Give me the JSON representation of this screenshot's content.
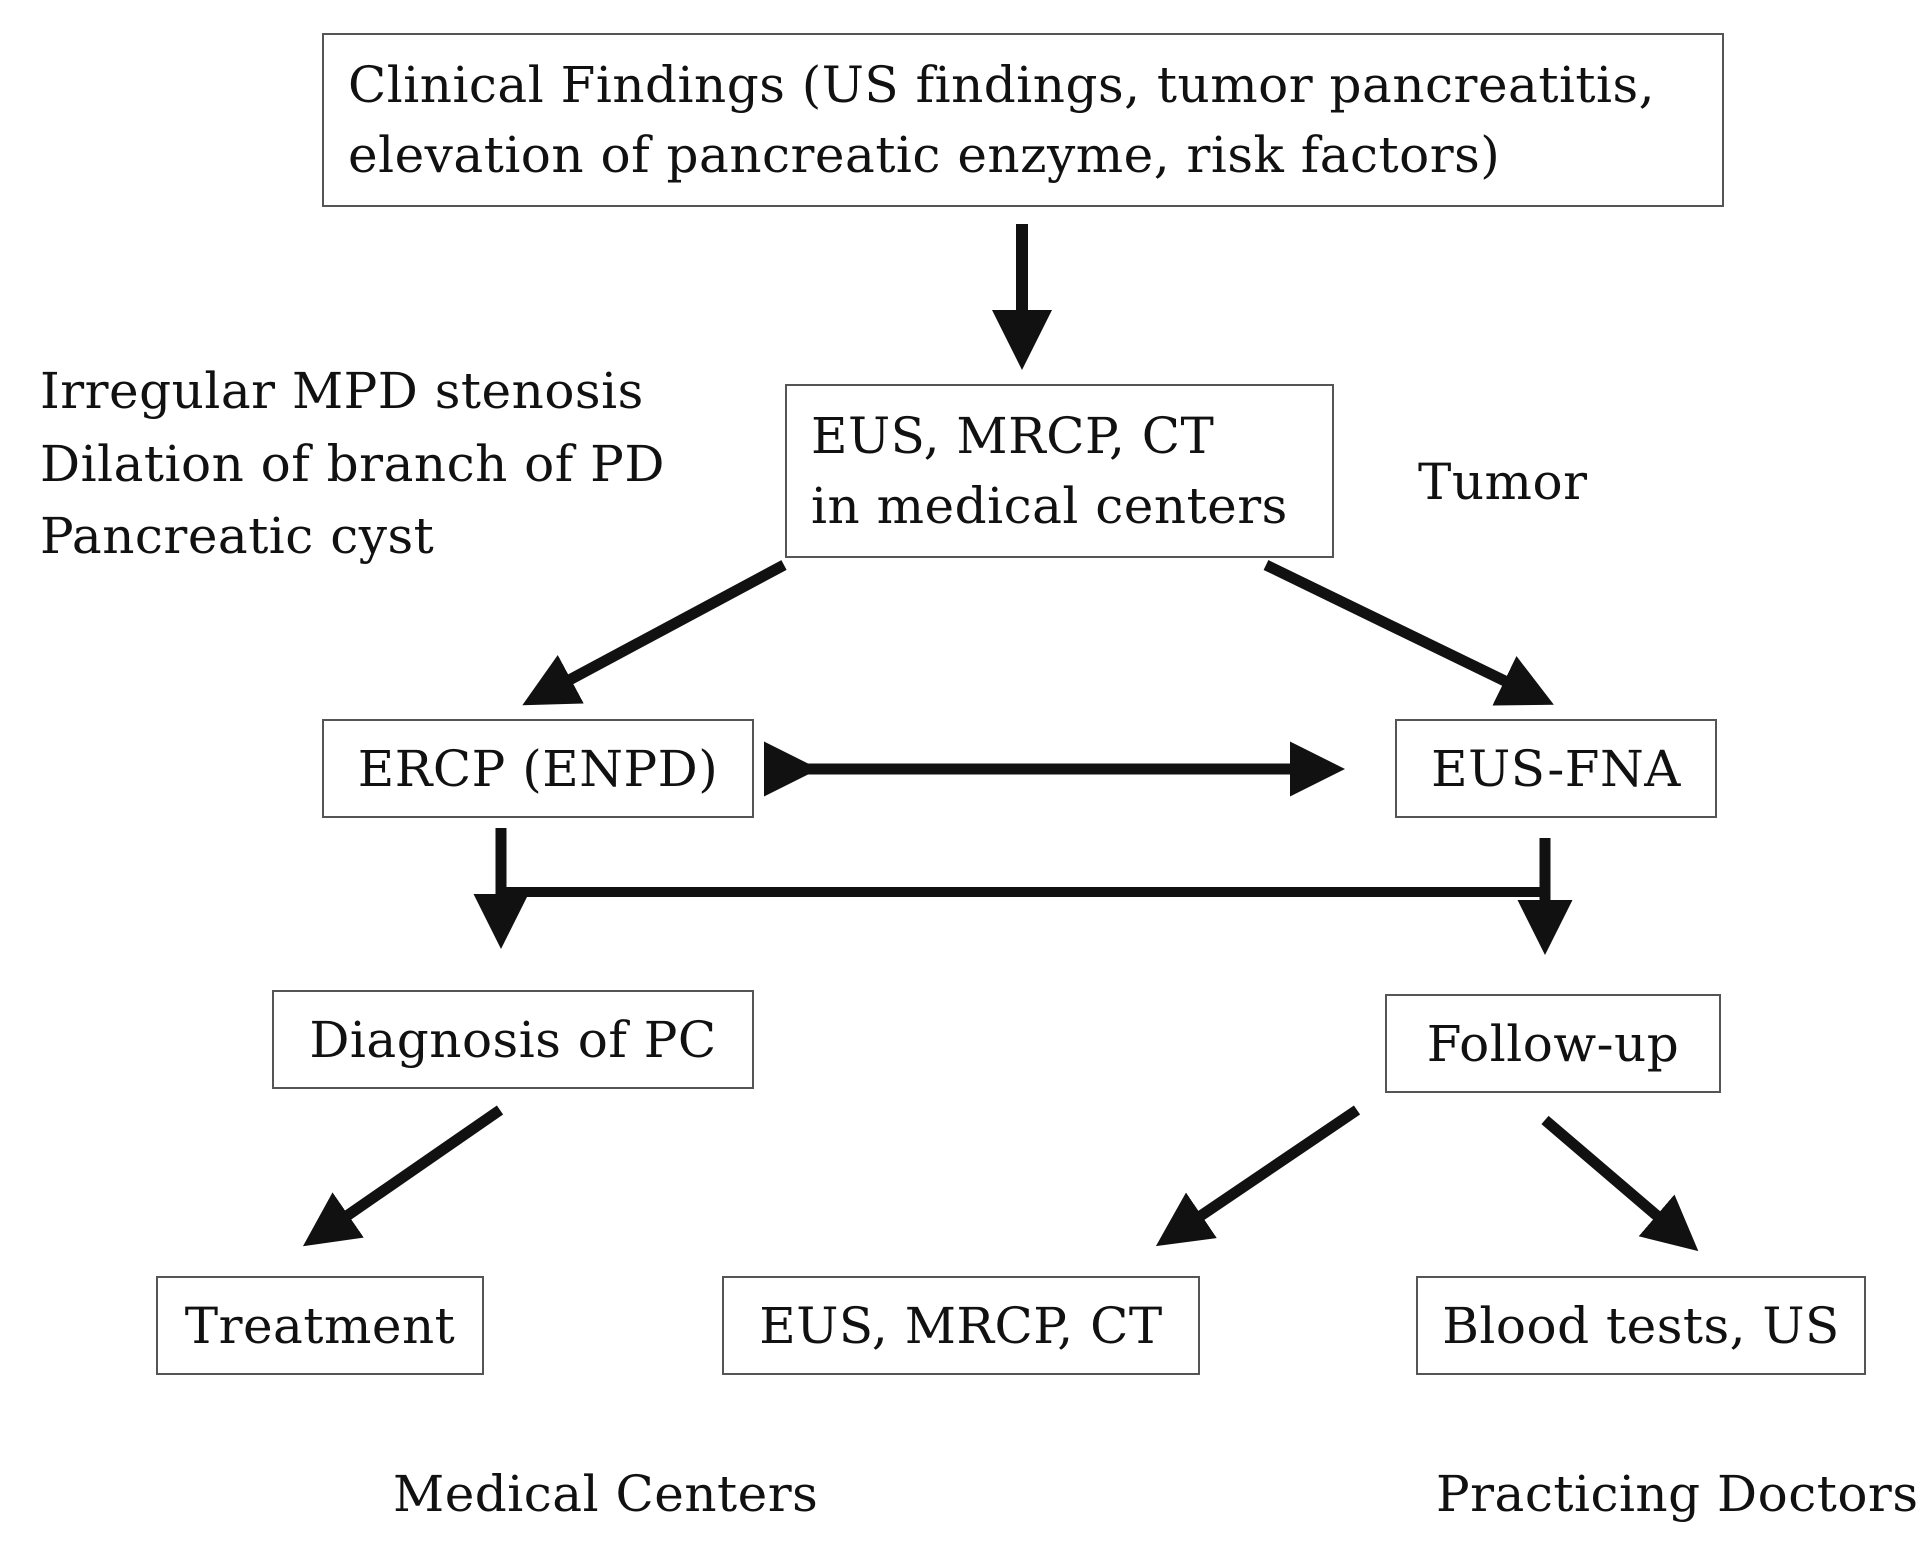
{
  "nodes": {
    "clinical_findings": {
      "line1": "Clinical Findings (US findings, tumor pancreatitis,",
      "line2": "elevation of pancreatic enzyme, risk factors)"
    },
    "imaging_centers": {
      "line1": "EUS, MRCP, CT",
      "line2": "in medical centers"
    },
    "ercp": "ERCP (ENPD)",
    "eus_fna": "EUS-FNA",
    "diagnosis": "Diagnosis of PC",
    "follow_up": "Follow-up",
    "treatment": "Treatment",
    "imaging_followup": "EUS, MRCP, CT",
    "blood_tests": "Blood tests, US"
  },
  "labels": {
    "left_findings": [
      "Irregular MPD stenosis",
      "Dilation of branch of PD",
      "Pancreatic cyst"
    ],
    "tumor": "Tumor",
    "medical_centers": "Medical Centers",
    "practicing_doctors": "Practicing Doctors"
  }
}
